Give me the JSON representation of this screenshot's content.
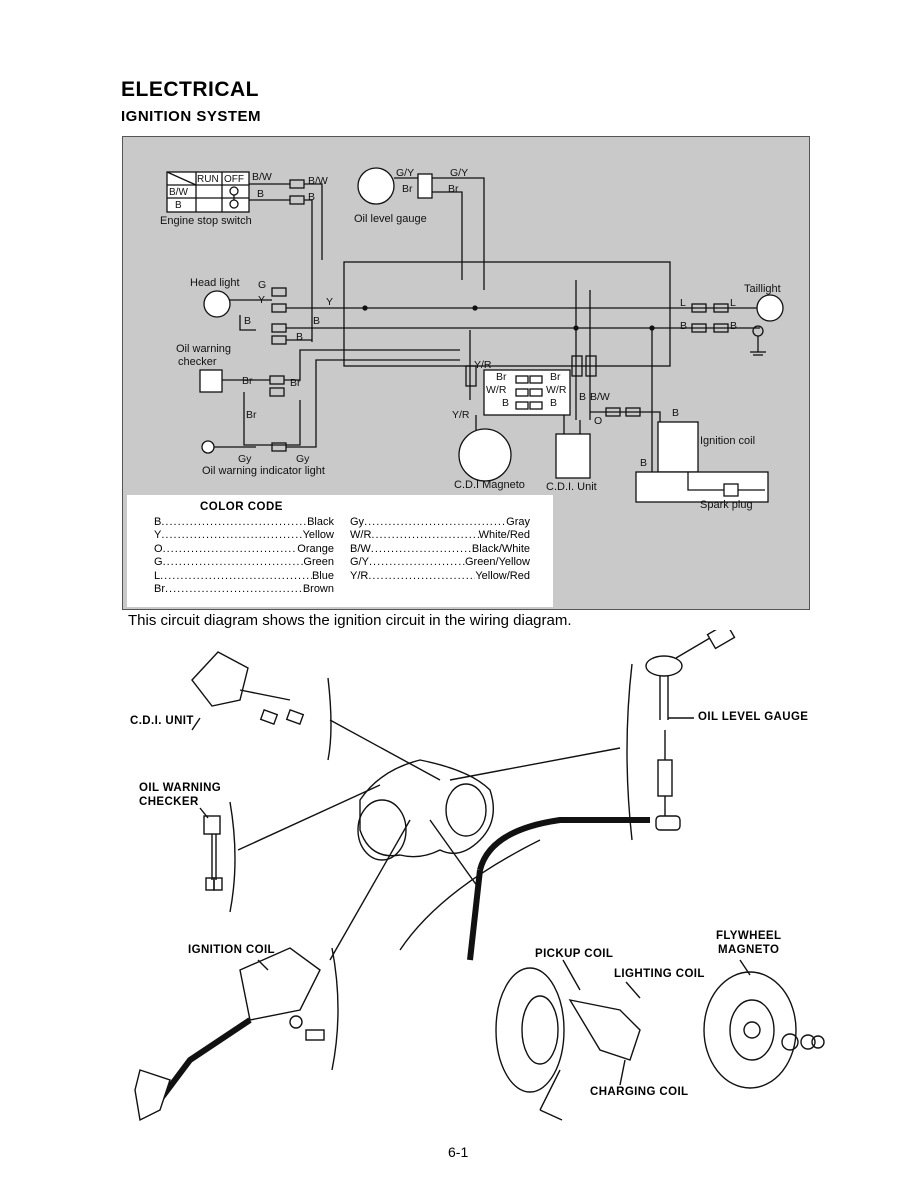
{
  "header": {
    "title": "ELECTRICAL",
    "subtitle": "IGNITION SYSTEM"
  },
  "wiring_diagram": {
    "switch_table": {
      "headers": [
        "RUN",
        "OFF"
      ],
      "rows": [
        "B/W",
        "B"
      ]
    },
    "labels": {
      "engine_stop_switch": "Engine stop switch",
      "oil_level_gauge": "Oil level gauge",
      "head_light": "Head light",
      "taillight": "Taillight",
      "oil_warning_checker": "Oil warning checker",
      "oil_warning_indicator_light": "Oil warning indicator light",
      "ignition_coil": "Ignition coil",
      "cdi_magneto": "C.D.I Magneto",
      "cdi_unit": "C.D.I. Unit",
      "spark_plug": "Spark plug"
    },
    "wire_codes": {
      "bw": "B/W",
      "b": "B",
      "gy_g": "G/Y",
      "br": "Br",
      "g": "G",
      "y": "Y",
      "l": "L",
      "gy": "Gy",
      "yr": "Y/R",
      "wr": "W/R",
      "o": "O"
    }
  },
  "color_code": {
    "title": "COLOR CODE",
    "left": [
      {
        "code": "B",
        "color": "Black"
      },
      {
        "code": "Y",
        "color": "Yellow"
      },
      {
        "code": "O",
        "color": "Orange"
      },
      {
        "code": "G",
        "color": "Green"
      },
      {
        "code": "L",
        "color": "Blue"
      },
      {
        "code": "Br",
        "color": "Brown"
      }
    ],
    "right": [
      {
        "code": "Gy",
        "color": "Gray"
      },
      {
        "code": "W/R",
        "color": "White/Red"
      },
      {
        "code": "B/W",
        "color": "Black/White"
      },
      {
        "code": "G/Y",
        "color": "Green/Yellow"
      },
      {
        "code": "Y/R",
        "color": "Yellow/Red"
      }
    ]
  },
  "caption": "This circuit diagram shows the ignition circuit in the wiring diagram.",
  "component_labels": {
    "cdi_unit": "C.D.I. UNIT",
    "oil_level_gauge": "OIL LEVEL GAUGE",
    "oil_warning_checker_1": "OIL WARNING",
    "oil_warning_checker_2": "CHECKER",
    "ignition_coil": "IGNITION COIL",
    "flywheel_magneto_1": "FLYWHEEL",
    "flywheel_magneto_2": "MAGNETO",
    "pickup_coil": "PICKUP COIL",
    "lighting_coil": "LIGHTING COIL",
    "charging_coil": "CHARGING COIL"
  },
  "page_number": "6-1"
}
